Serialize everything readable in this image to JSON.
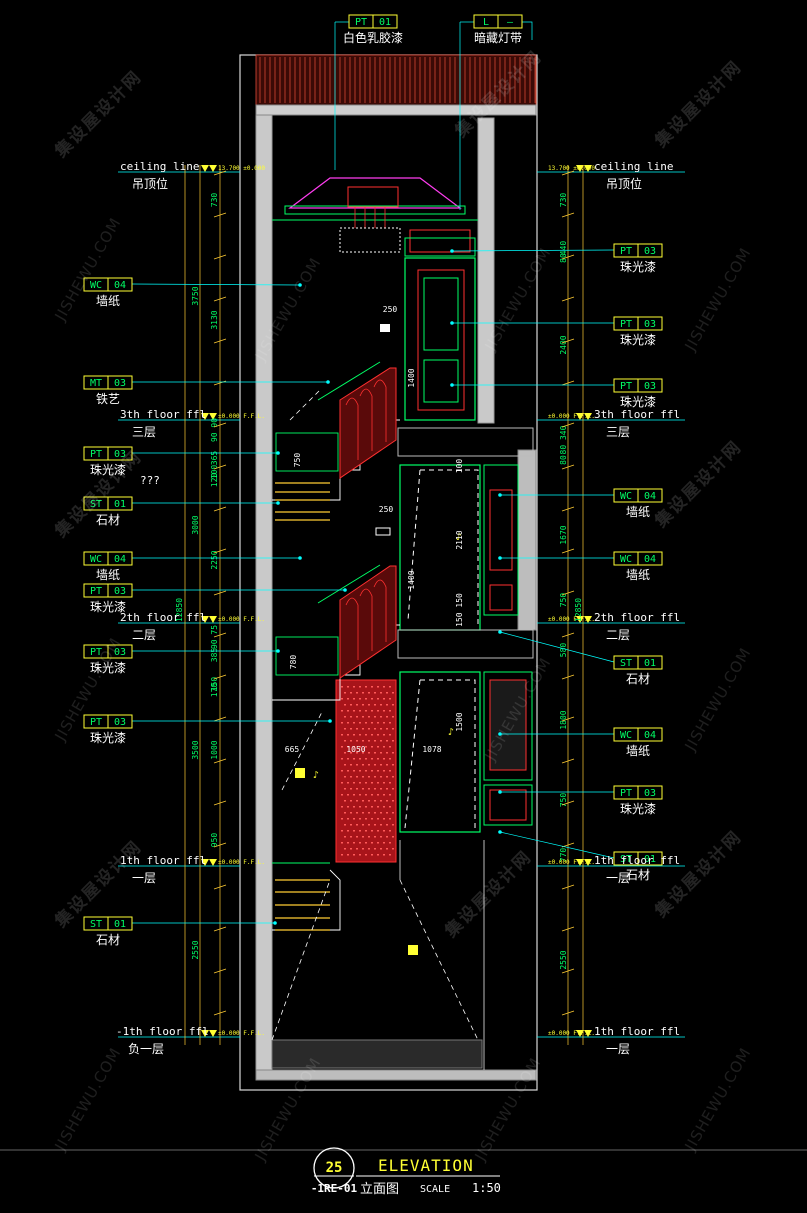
{
  "drawing": {
    "title": "ELEVATION",
    "number": "25",
    "sheet": "-1RE-01",
    "subtitle": "立面图",
    "scale_label": "SCALE",
    "scale_value": "1:50"
  },
  "top_tags": [
    {
      "code": "PT",
      "num": "01",
      "name": "白色乳胶漆"
    },
    {
      "code": "L",
      "num": "–",
      "name": "暗藏灯带"
    }
  ],
  "left_tags": [
    {
      "code": "WC",
      "num": "04",
      "name": "墙纸"
    },
    {
      "code": "MT",
      "num": "03",
      "name": "铁艺"
    },
    {
      "code": "PT",
      "num": "03",
      "name": "珠光漆"
    },
    {
      "code": "ST",
      "num": "01",
      "name": "石材"
    },
    {
      "code": "WC",
      "num": "04",
      "name": "墙纸"
    },
    {
      "code": "PT",
      "num": "03",
      "name": "珠光漆"
    },
    {
      "code": "PT",
      "num": "03",
      "name": "珠光漆"
    },
    {
      "code": "PT",
      "num": "03",
      "name": "珠光漆"
    },
    {
      "code": "ST",
      "num": "01",
      "name": "石材"
    }
  ],
  "right_tags": [
    {
      "code": "PT",
      "num": "03",
      "name": "珠光漆"
    },
    {
      "code": "PT",
      "num": "03",
      "name": "珠光漆"
    },
    {
      "code": "PT",
      "num": "03",
      "name": "珠光漆"
    },
    {
      "code": "WC",
      "num": "04",
      "name": "墙纸"
    },
    {
      "code": "WC",
      "num": "04",
      "name": "墙纸"
    },
    {
      "code": "ST",
      "num": "01",
      "name": "石材"
    },
    {
      "code": "WC",
      "num": "04",
      "name": "墙纸"
    },
    {
      "code": "PT",
      "num": "03",
      "name": "珠光漆"
    },
    {
      "code": "ST",
      "num": "01",
      "name": "石材"
    }
  ],
  "unknown_label": "???",
  "levels_left": [
    {
      "en": "ceiling line",
      "cn": "吊顶位",
      "elev": "13.700 ±0.000"
    },
    {
      "en": "3th floor ffl",
      "cn": "三层",
      "elev": "±0.000 F.F.L."
    },
    {
      "en": "2th floor ffl",
      "cn": "二层",
      "elev": "±0.000 F.F.L."
    },
    {
      "en": "1th floor ffl",
      "cn": "一层",
      "elev": "±0.000 F.F.L."
    },
    {
      "en": "-1th floor ffl",
      "cn": "负一层",
      "elev": "±0.000 F.F.L."
    }
  ],
  "levels_right": [
    {
      "en": "ceiling line",
      "cn": "吊顶位",
      "elev": "13.700 ±0.000"
    },
    {
      "en": "3th floor ffl",
      "cn": "三层",
      "elev": "±0.000 F.F.L."
    },
    {
      "en": "2th floor ffl",
      "cn": "二层",
      "elev": "±0.000 F.F.L."
    },
    {
      "en": "1th floor ffl",
      "cn": "一层",
      "elev": "±0.000 F.F.L."
    },
    {
      "en": "1th floor ffl",
      "cn": "一层",
      "elev": "±0.000 F.F.L."
    }
  ],
  "dims_left_outer": [
    "3750",
    "3000",
    "3500",
    "2550"
  ],
  "dims_left_outer_total": "12850",
  "dims_left_inner": [
    "730",
    "3130",
    "90 90",
    "365",
    "120",
    "100",
    "2250",
    "90 75",
    "385",
    "170",
    "150",
    "1000",
    "950"
  ],
  "dims_right": [
    "730",
    "440",
    "80",
    "2400",
    "80 340",
    "80",
    "1670",
    "750",
    "580",
    "1800",
    "750",
    "770",
    "2550"
  ],
  "dims_right_total": "12850",
  "inner_dims": [
    "250",
    "1400",
    "250",
    "750",
    "100",
    "2110",
    "1400",
    "780",
    "1050",
    "1078",
    "1500",
    "150 150",
    "665"
  ],
  "watermarks": [
    "集设屋设计网",
    "JISHEWU.COM"
  ]
}
